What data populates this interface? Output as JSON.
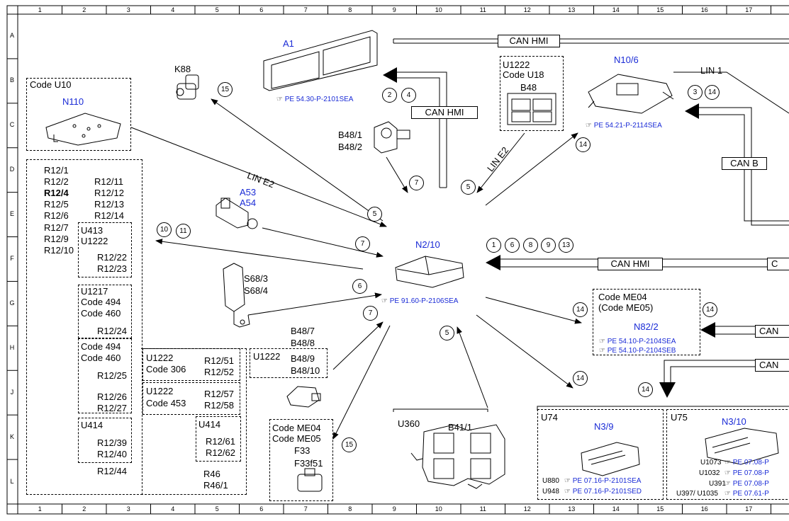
{
  "grid": {
    "columns": [
      "1",
      "2",
      "3",
      "4",
      "5",
      "6",
      "7",
      "8",
      "9",
      "10",
      "11",
      "12",
      "13",
      "14",
      "15",
      "16",
      "17"
    ],
    "rows": [
      "A",
      "B",
      "C",
      "D",
      "E",
      "F",
      "G",
      "H",
      "J",
      "K",
      "L"
    ]
  },
  "bus": {
    "can_hmi_top": "CAN HMI",
    "can_hmi_mid": "CAN HMI",
    "can_hmi_right": "CAN HMI",
    "can_b": "CAN B",
    "lin1": "LIN 1",
    "lin_e2_a": "LIN E2",
    "lin_e2_b": "LIN E2",
    "can_trunc_1": "C",
    "can_trunc_2": "CAN",
    "can_trunc_3": "CAN"
  },
  "components": {
    "a1": "A1",
    "a1_ref": "PE 54.30-P-2101SEA",
    "k88": "K88",
    "n110_code": "Code U10",
    "n110": "N110",
    "b48_1": "B48/1",
    "b48_2": "B48/2",
    "u1222_top": "U1222",
    "code_u18": "Code U18",
    "b48": "B48",
    "n10_6": "N10/6",
    "n10_6_ref": "PE 54.21-P-2114SEA",
    "a53": "A53",
    "a54": "A54",
    "n2_10": "N2/10",
    "n2_10_ref": "PE 91.60-P-2106SEA",
    "s68_3": "S68/3",
    "s68_4": "S68/4",
    "b48_7": "B48/7",
    "b48_8": "B48/8",
    "u1222_b48": "U1222",
    "b48_9": "B48/9",
    "b48_10": "B48/10",
    "me_code1": "Code ME04",
    "me_code2": "Code ME05",
    "f33": "F33",
    "f33f51": "F33f51",
    "u360": "U360",
    "b41_1": "B41/1",
    "n82_code1": "Code ME04",
    "n82_code2": "(Code ME05)",
    "n82_2": "N82/2",
    "n82_ref1": "PE 54.10-P-2104SEA",
    "n82_ref2": "PE 54.10-P-2104SEB",
    "u74": "U74",
    "n3_9": "N3/9",
    "u880": "U880",
    "u880_ref": "PE 07.16-P-2101SEA",
    "u948": "U948",
    "u948_ref": "PE 07.16-P-2101SED",
    "u75": "U75",
    "n3_10": "N3/10",
    "u1073": "U1073",
    "u1032": "U1032",
    "u391": "U391",
    "u397_u1035": "U397/ U1035",
    "n3_10_ref1": "PE 07.08-P",
    "n3_10_ref2": "PE 07.08-P",
    "n3_10_ref3": "PE 07.08-P",
    "n3_10_ref4": "PE 07.61-P"
  },
  "resistors": {
    "r12_1": "R12/1",
    "r12_2": "R12/2",
    "r12_4": "R12/4",
    "r12_5": "R12/5",
    "r12_6": "R12/6",
    "r12_7": "R12/7",
    "r12_9": "R12/9",
    "r12_10": "R12/10",
    "r12_11": "R12/11",
    "r12_12": "R12/12",
    "r12_13": "R12/13",
    "r12_14": "R12/14",
    "u413": "U413",
    "u1222_a": "U1222",
    "r12_22": "R12/22",
    "r12_23": "R12/23",
    "u1217": "U1217",
    "code494_a": "Code 494",
    "code460_a": "Code 460",
    "r12_24": "R12/24",
    "code494_b": "Code 494",
    "code460_b": "Code 460",
    "r12_25": "R12/25",
    "r12_26": "R12/26",
    "r12_27": "R12/27",
    "u414_a": "U414",
    "r12_39": "R12/39",
    "r12_40": "R12/40",
    "r12_44": "R12/44",
    "u1222_b": "U1222",
    "code306": "Code 306",
    "r12_51": "R12/51",
    "r12_52": "R12/52",
    "u1222_c": "U1222",
    "code453": "Code 453",
    "r12_57": "R12/57",
    "r12_58": "R12/58",
    "u414_b": "U414",
    "r12_61": "R12/61",
    "r12_62": "R12/62",
    "r46": "R46",
    "r46_1": "R46/1"
  },
  "markers": {
    "m15a": "15",
    "m2": "2",
    "m4": "4",
    "m3": "3",
    "m14a": "14",
    "m14b": "14",
    "m7a": "7",
    "m5a": "5",
    "m5b": "5",
    "m7b": "7",
    "m10": "10",
    "m11": "11",
    "m1": "1",
    "m6a": "6",
    "m8": "8",
    "m9": "9",
    "m13": "13",
    "m6b": "6",
    "m7c": "7",
    "m14c": "14",
    "m14d": "14",
    "m5c": "5",
    "m14e": "14",
    "m14f": "14",
    "m15b": "15"
  },
  "colors": {
    "accent": "#1a2bd6",
    "line": "#000000"
  },
  "icons": {
    "reference": "pointing-hand-icon"
  }
}
